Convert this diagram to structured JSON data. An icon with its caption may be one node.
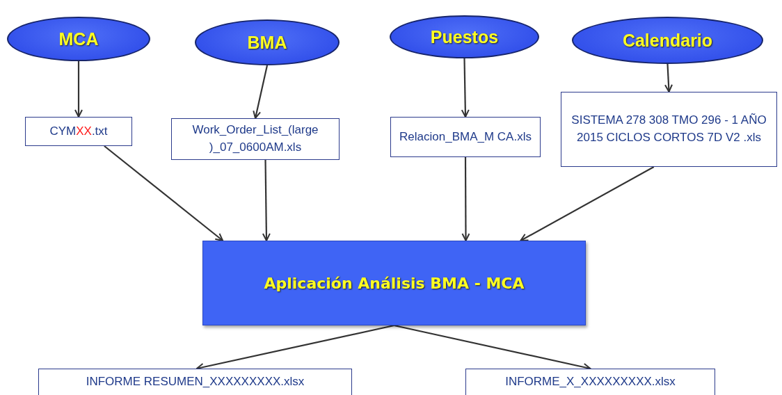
{
  "diagram": {
    "nodes": [
      {
        "text": [
          "MCA"
        ]
      },
      {
        "text": [
          "BMA"
        ]
      },
      {
        "text": [
          "Puestos"
        ]
      },
      {
        "text": [
          "Calendario"
        ]
      },
      {
        "text": [
          "CYM**XX**.txt"
        ]
      },
      {
        "text": [
          "Work_Order_List_(large )_07_0600AM.xls"
        ]
      },
      {
        "text": [
          "Relacion_BMA_M CA.xls"
        ]
      },
      {
        "text": [
          "SISTEMA 278 308 TMO 296 - 1 AÑO 2015 CICLOS CORTOS 7D V2 .xls"
        ]
      },
      {
        "text": [
          "Aplicación Análisis BMA - MCA"
        ]
      },
      {
        "text": [
          "INFORME RESUMEN_XXXXXXXXX.xlsx"
        ]
      },
      {
        "text": [
          "INFORME_X_XXXXXXXXX.xlsx"
        ]
      }
    ],
    "edges": [
      {
        "from": 0,
        "to": 4,
        "arrow": "to"
      },
      {
        "from": 1,
        "to": 5,
        "arrow": "to"
      },
      {
        "from": 2,
        "to": 6,
        "arrow": "to"
      },
      {
        "from": 3,
        "to": 7,
        "arrow": "to"
      },
      {
        "from": 4,
        "to": 8,
        "arrow": "to"
      },
      {
        "from": 5,
        "to": 8,
        "arrow": "to"
      },
      {
        "from": 6,
        "to": 8,
        "arrow": "to"
      },
      {
        "from": 7,
        "to": 8,
        "arrow": "to"
      },
      {
        "from": 8,
        "to": 9,
        "arrow": "to"
      },
      {
        "from": 8,
        "to": 10,
        "arrow": "to"
      }
    ]
  }
}
